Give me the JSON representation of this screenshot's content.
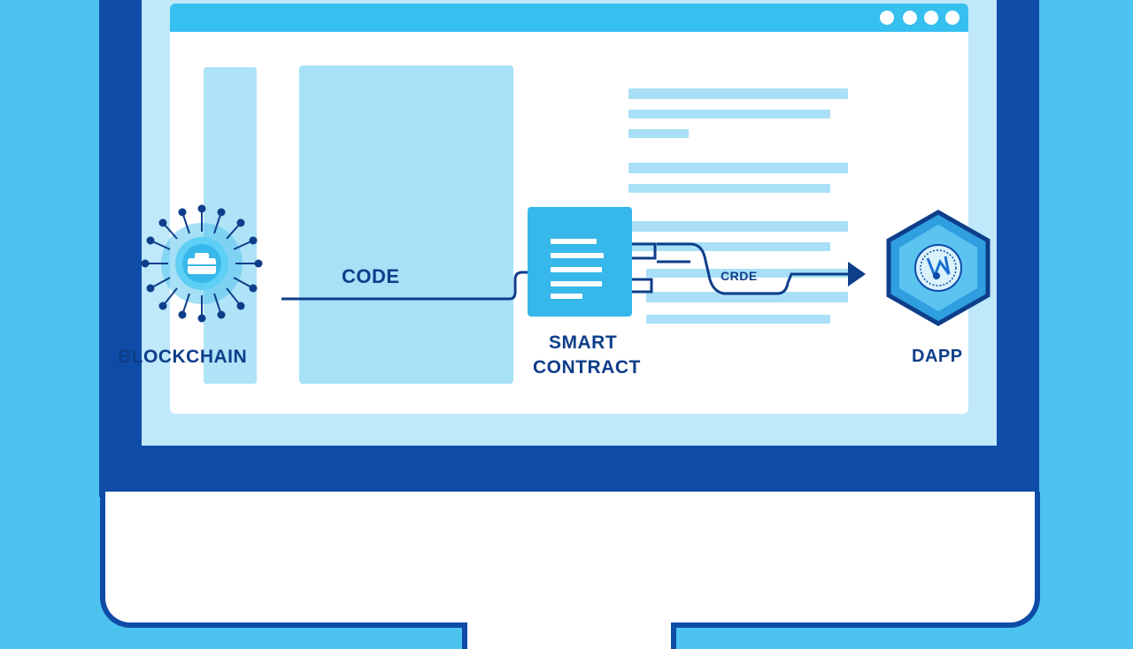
{
  "labels": {
    "blockchain": "BLOCKCHAIN",
    "code": "CODE",
    "smart_contract_line1": "SMART",
    "smart_contract_line2": "CONTRACT",
    "crde": "CRDE",
    "dapp": "DAPP"
  },
  "icons": {
    "blockchain": "circuit-chip-icon",
    "smart_contract": "document-icon",
    "dapp": "hexagon-dapp-icon"
  },
  "colors": {
    "background": "#4cc2ee",
    "frame": "#0e4ca8",
    "accent": "#37b8ea",
    "text": "#0e3e8a"
  }
}
